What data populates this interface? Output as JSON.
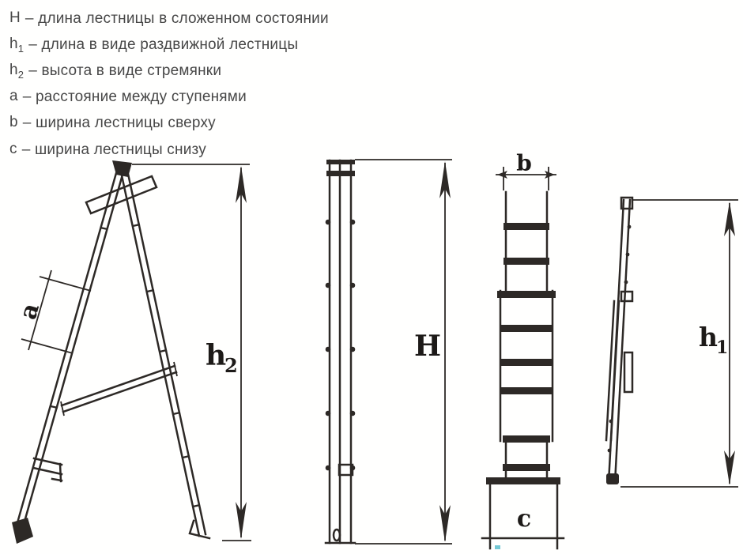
{
  "legend": {
    "items": [
      {
        "symbol": "H",
        "sub": "",
        "text": "– длина лестницы в сложенном состоянии"
      },
      {
        "symbol": "h",
        "sub": "1",
        "text": "– длина в виде раздвижной лестницы"
      },
      {
        "symbol": "h",
        "sub": "2",
        "text": "– высота в виде стремянки"
      },
      {
        "symbol": "a",
        "sub": "",
        "text": "– расстояние между ступенями"
      },
      {
        "symbol": "b",
        "sub": "",
        "text": "– ширина лестницы сверху"
      },
      {
        "symbol": "c",
        "sub": "",
        "text": "– ширина лестницы снизу"
      }
    ]
  },
  "diagram": {
    "labels": {
      "rung_spacing": "a",
      "stepladder_height_base": "h",
      "stepladder_height_sub": "2",
      "folded_length": "H",
      "top_width": "b",
      "bottom_width": "c",
      "extended_length_base": "h",
      "extended_length_sub": "1"
    },
    "colors": {
      "line": "#2d2926",
      "legend_text": "#474747",
      "scan_artifact": "#45b6c6",
      "background": "#ffffff"
    }
  }
}
